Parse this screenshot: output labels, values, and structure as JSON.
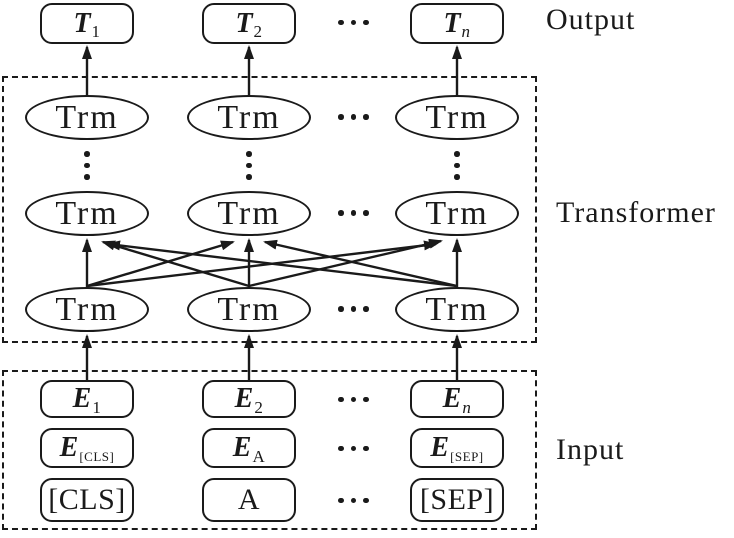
{
  "diagram": {
    "kind": "BERT transformer architecture diagram",
    "colors": {
      "ink": "#1a1a1a",
      "background": "#ffffff"
    },
    "side_labels": {
      "output": "Output",
      "transformer": "Transformer",
      "input": "Input"
    },
    "output_row": [
      {
        "main": "T",
        "sub": "1"
      },
      {
        "main": "T",
        "sub": "2"
      },
      {
        "main": "T",
        "sub": "n"
      }
    ],
    "trm_label": "Trm",
    "embedding_row_position": [
      {
        "main": "E",
        "sub": "1"
      },
      {
        "main": "E",
        "sub": "2"
      },
      {
        "main": "E",
        "sub": "n"
      }
    ],
    "embedding_row_token": [
      {
        "main": "E",
        "sub": "[CLS]"
      },
      {
        "main": "E",
        "sub": "A"
      },
      {
        "main": "E",
        "sub": "[SEP]"
      }
    ],
    "token_row": [
      "[CLS]",
      "A",
      "[SEP]"
    ]
  }
}
